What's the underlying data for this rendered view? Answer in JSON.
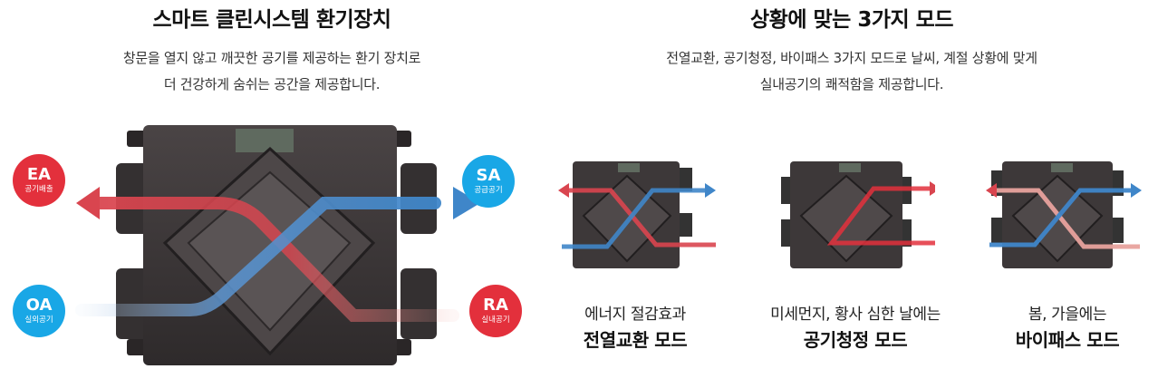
{
  "left": {
    "title": "스마트 클린시스템 환기장치",
    "desc_line1": "창문을 열지 않고 깨끗한 공기를 제공하는 환기 장치로",
    "desc_line2": "더 건강하게 숨쉬는 공간을 제공합니다.",
    "badges": {
      "ea": {
        "code": "EA",
        "label": "공기배출"
      },
      "sa": {
        "code": "SA",
        "label": "공급공기"
      },
      "oa": {
        "code": "OA",
        "label": "실외공기"
      },
      "ra": {
        "code": "RA",
        "label": "실내공기"
      }
    }
  },
  "right": {
    "title": "상황에 맞는 3가지 모드",
    "desc_line1": "전열교환, 공기청정, 바이패스 3가지 모드로 날씨, 계절 상황에 맞게",
    "desc_line2": "실내공기의 쾌적함을 제공합니다.",
    "modes": [
      {
        "line1": "에너지 절감효과",
        "line2": "전열교환 모드"
      },
      {
        "line1": "미세먼지, 황사 심한 날에는",
        "line2": "공기청정 모드"
      },
      {
        "line1": "봄, 가을에는",
        "line2": "바이패스 모드"
      }
    ]
  },
  "colors": {
    "red": "#e3303c",
    "blue": "#19a7e6",
    "arrow_red": "#d9454f",
    "arrow_blue": "#3f86c9",
    "unit": "#3a3536"
  }
}
